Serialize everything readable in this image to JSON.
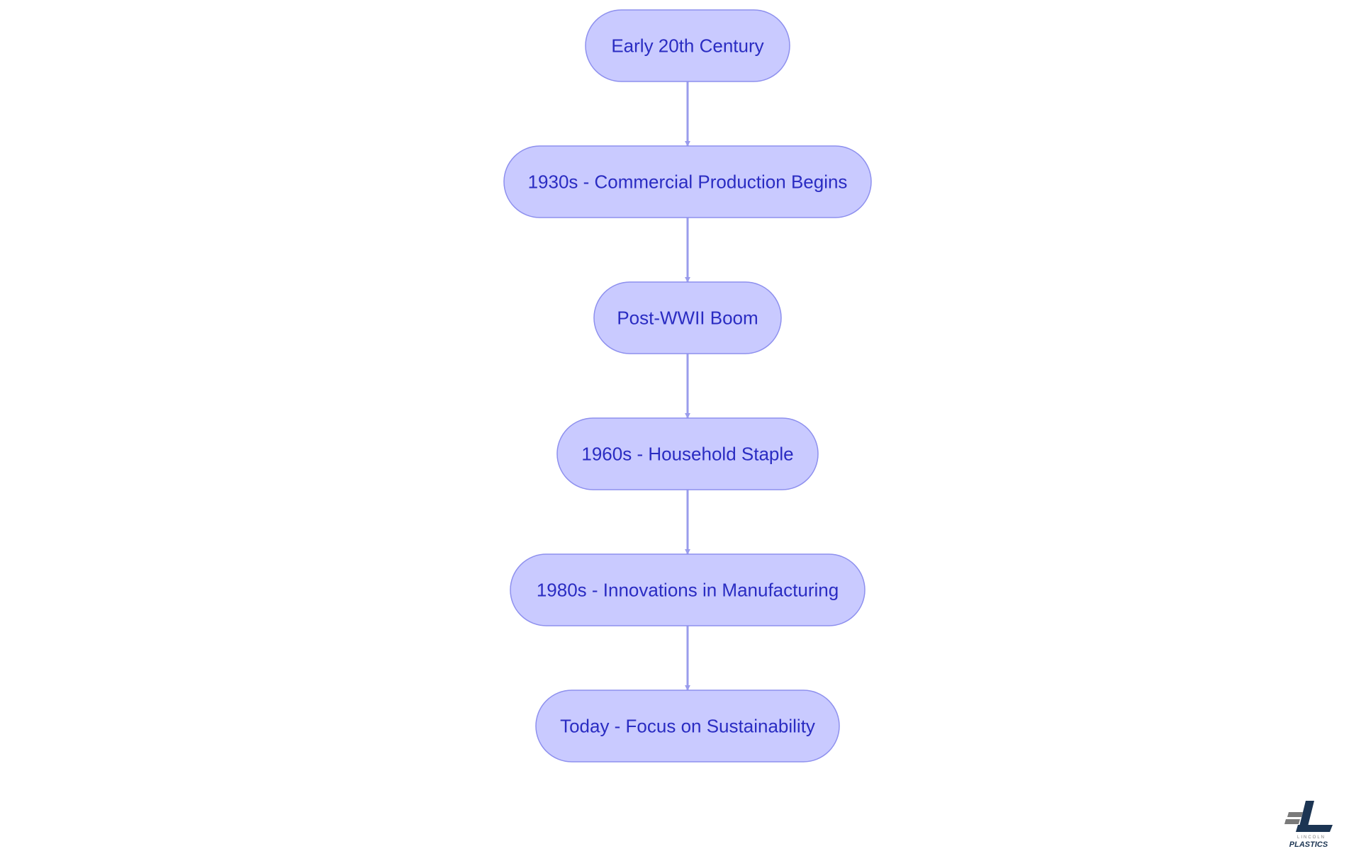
{
  "diagram": {
    "nodes": [
      {
        "label": "Early 20th Century"
      },
      {
        "label": "1930s - Commercial Production Begins"
      },
      {
        "label": "Post-WWII Boom"
      },
      {
        "label": "1960s - Household Staple"
      },
      {
        "label": "1980s - Innovations in Manufacturing"
      },
      {
        "label": "Today - Focus on Sustainability"
      }
    ],
    "edges": [
      {
        "from": 0,
        "to": 1
      },
      {
        "from": 1,
        "to": 2
      },
      {
        "from": 2,
        "to": 3
      },
      {
        "from": 3,
        "to": 4
      },
      {
        "from": 4,
        "to": 5
      }
    ],
    "colors": {
      "node_fill": "#c9caff",
      "node_stroke": "#8e90ee",
      "node_text": "#2a2cc2",
      "edge": "#9a9cec"
    }
  },
  "logo": {
    "line1": "LINCOLN",
    "line2": "PLASTICS",
    "colors": {
      "primary": "#1c3553",
      "secondary": "#7a7a7a"
    }
  }
}
